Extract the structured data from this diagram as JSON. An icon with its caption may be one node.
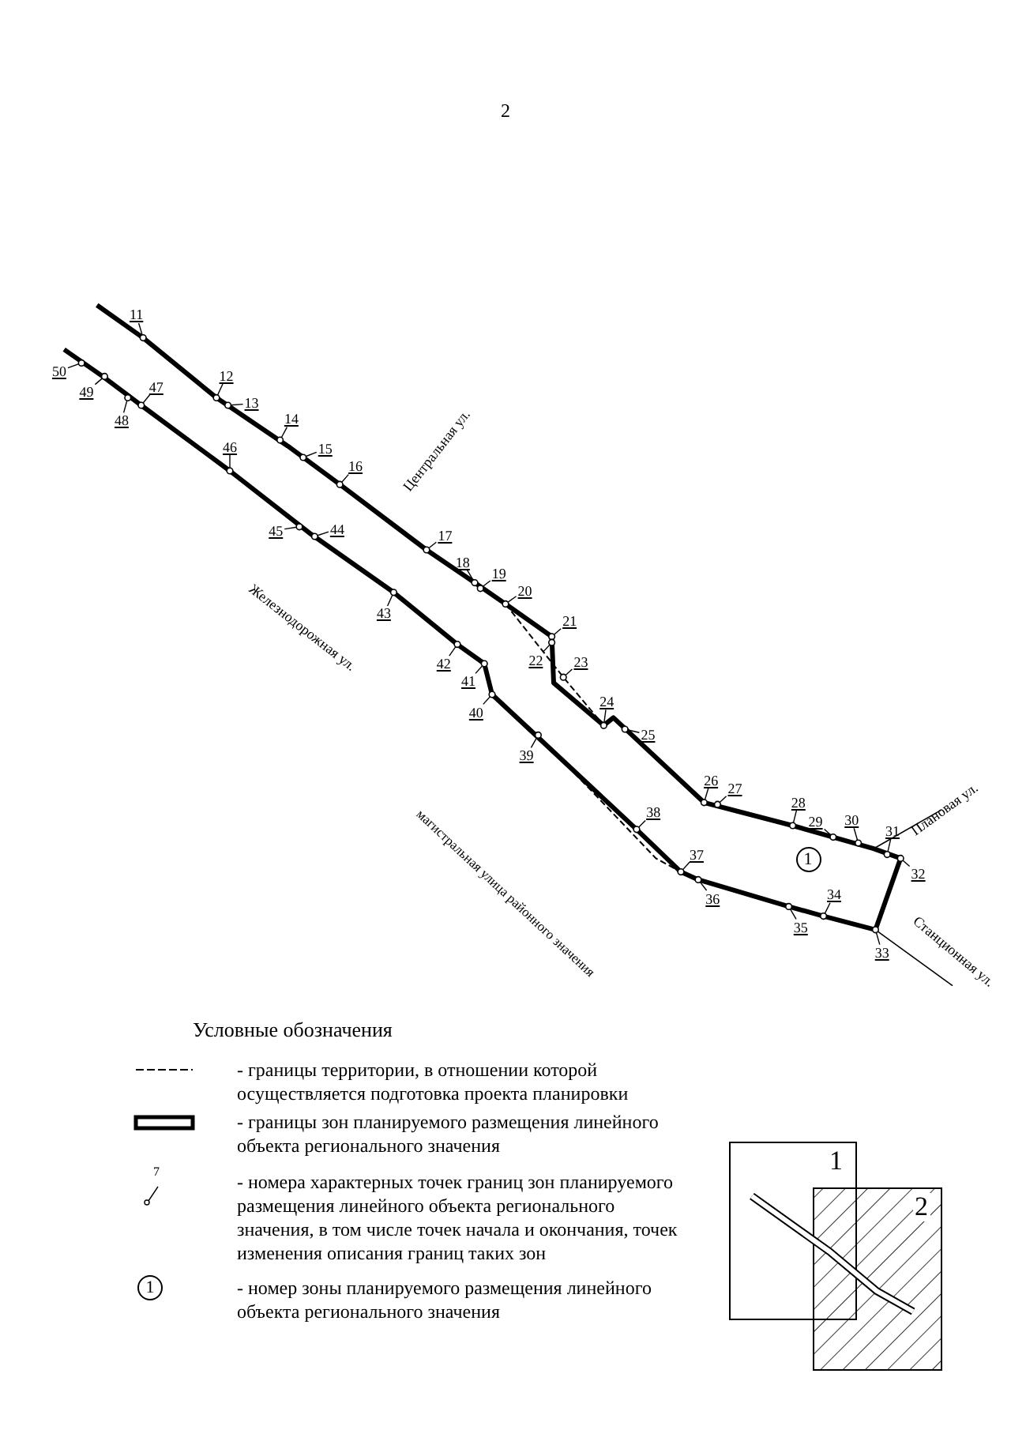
{
  "diagram": {
    "nodes": [
      {
        "text": [
          "11"
        ]
      },
      {
        "text": [
          "12"
        ]
      },
      {
        "text": [
          "13"
        ]
      },
      {
        "text": [
          "14"
        ]
      },
      {
        "text": [
          "15"
        ]
      },
      {
        "text": [
          "16"
        ]
      },
      {
        "text": [
          "17"
        ]
      },
      {
        "text": [
          "18"
        ]
      },
      {
        "text": [
          "19"
        ]
      },
      {
        "text": [
          "20"
        ]
      },
      {
        "text": [
          "21"
        ]
      },
      {
        "text": [
          "22"
        ]
      },
      {
        "text": [
          "23"
        ]
      },
      {
        "text": [
          "24"
        ]
      },
      {
        "text": [
          "25"
        ]
      },
      {
        "text": [
          "26"
        ]
      },
      {
        "text": [
          "27"
        ]
      },
      {
        "text": [
          "28"
        ]
      },
      {
        "text": [
          "29"
        ]
      },
      {
        "text": [
          "30"
        ]
      },
      {
        "text": [
          "31"
        ]
      },
      {
        "text": [
          "32"
        ]
      },
      {
        "text": [
          "33"
        ]
      },
      {
        "text": [
          "34"
        ]
      },
      {
        "text": [
          "35"
        ]
      },
      {
        "text": [
          "36"
        ]
      },
      {
        "text": [
          "37"
        ]
      },
      {
        "text": [
          "38"
        ]
      },
      {
        "text": [
          "39"
        ]
      },
      {
        "text": [
          "40"
        ]
      },
      {
        "text": [
          "41"
        ]
      },
      {
        "text": [
          "42"
        ]
      },
      {
        "text": [
          "43"
        ]
      },
      {
        "text": [
          "44"
        ]
      },
      {
        "text": [
          "45"
        ]
      },
      {
        "text": [
          "46"
        ]
      },
      {
        "text": [
          "47"
        ]
      },
      {
        "text": [
          "48"
        ]
      },
      {
        "text": [
          "49"
        ]
      },
      {
        "text": [
          "50"
        ]
      },
      {
        "text": [
          "1"
        ]
      },
      {
        "text": [
          "1"
        ]
      },
      {
        "text": [
          "2"
        ]
      },
      {
        "text": [
          "1"
        ]
      }
    ],
    "edges": [
      {
        "from": 0,
        "to": null,
        "arrow": "other"
      },
      {
        "from": 1,
        "to": null,
        "arrow": "other"
      },
      {
        "from": 2,
        "to": null,
        "arrow": "other"
      },
      {
        "from": 3,
        "to": null,
        "arrow": "other"
      },
      {
        "from": 4,
        "to": null,
        "arrow": "other"
      },
      {
        "from": 5,
        "to": null,
        "arrow": "other"
      },
      {
        "from": 6,
        "to": null,
        "arrow": "other"
      },
      {
        "from": 7,
        "to": null,
        "arrow": "other"
      },
      {
        "from": 8,
        "to": null,
        "arrow": "other"
      },
      {
        "from": 9,
        "to": null,
        "arrow": "other"
      },
      {
        "from": 10,
        "to": null,
        "arrow": "other"
      },
      {
        "from": 11,
        "to": null,
        "arrow": "other"
      },
      {
        "from": 12,
        "to": null,
        "arrow": "other"
      },
      {
        "from": 13,
        "to": null,
        "arrow": "other"
      },
      {
        "from": 14,
        "to": null,
        "arrow": "other"
      },
      {
        "from": 15,
        "to": null,
        "arrow": "other"
      },
      {
        "from": 16,
        "to": null,
        "arrow": "other"
      },
      {
        "from": 17,
        "to": null,
        "arrow": "other"
      },
      {
        "from": 18,
        "to": null,
        "arrow": "other"
      },
      {
        "from": 19,
        "to": null,
        "arrow": "other"
      },
      {
        "from": 20,
        "to": null,
        "arrow": "other"
      },
      {
        "from": 21,
        "to": null,
        "arrow": "other"
      },
      {
        "from": 22,
        "to": null,
        "arrow": "other"
      },
      {
        "from": 23,
        "to": null,
        "arrow": "other"
      },
      {
        "from": 24,
        "to": null,
        "arrow": "other"
      },
      {
        "from": 25,
        "to": null,
        "arrow": "other"
      },
      {
        "from": 26,
        "to": null,
        "arrow": "other"
      },
      {
        "from": 27,
        "to": null,
        "arrow": "other"
      },
      {
        "from": 28,
        "to": null,
        "arrow": "other"
      },
      {
        "from": 29,
        "to": null,
        "arrow": "other"
      },
      {
        "from": 30,
        "to": null,
        "arrow": "other"
      },
      {
        "from": 31,
        "to": null,
        "arrow": "other"
      },
      {
        "from": 32,
        "to": null,
        "arrow": "other"
      },
      {
        "from": 33,
        "to": null,
        "arrow": "other"
      },
      {
        "from": 34,
        "to": null,
        "arrow": "other"
      },
      {
        "from": 35,
        "to": null,
        "arrow": "other"
      },
      {
        "from": 36,
        "to": null,
        "arrow": "other"
      },
      {
        "from": 37,
        "to": null,
        "arrow": "other"
      },
      {
        "from": 38,
        "to": null,
        "arrow": "other"
      },
      {
        "from": 39,
        "to": null,
        "arrow": "other"
      }
    ],
    "labels": [
      "2",
      "Центральная ул.",
      "Железнодорожная ул.",
      "магистральная улица районного значения",
      "Плановая ул.",
      "Станционная ул.",
      "Условные обозначения",
      "7"
    ],
    "legend": [
      {
        "text": "- границы территории, в отношении которой осуществляется подготовка проекта планировки"
      },
      {
        "text": "- границы зон планируемого размещения линейного объекта регионального значения"
      },
      {
        "text": "- номера характерных точек границ зон планируемого размещения линейного объекта регионального значения, в том числе точек начала и окончания, точек изменения описания границ таких зон"
      },
      {
        "text": "- номер зоны планируемого размещения линейного объекта регионального значения"
      }
    ]
  }
}
